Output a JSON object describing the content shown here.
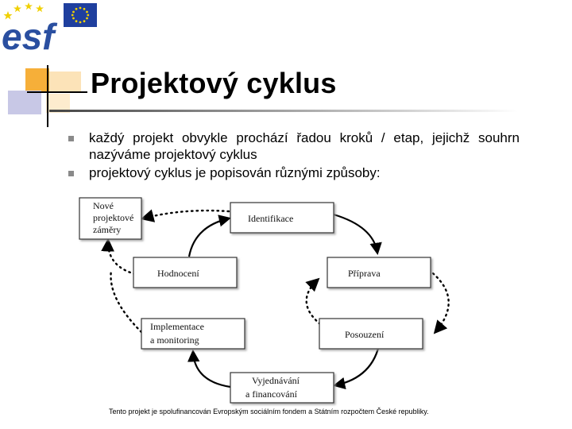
{
  "logo": {
    "text": "esf",
    "icon": "eu-flag-icon"
  },
  "title": "Projektový cyklus",
  "bullets": [
    "každý projekt obvykle prochází řadou kroků / etap, jejichž souhrn nazýváme projektový cyklus",
    "projektový cyklus je popisován různými způsoby:"
  ],
  "diagram": {
    "nodes": {
      "nove": [
        "Nové",
        "projektové",
        "záměry"
      ],
      "identifikace": "Identifikace",
      "priprava": "Příprava",
      "hodnoceni": "Hodnocení",
      "posouzeni": "Posouzení",
      "implementace": [
        "Implementace",
        "a monitoring"
      ],
      "vyjednavani": [
        "Vyjednávání",
        "a financování"
      ]
    }
  },
  "footer": "Tento projekt je spolufinancován Evropským sociálním fondem a Státním rozpočtem České republiky."
}
